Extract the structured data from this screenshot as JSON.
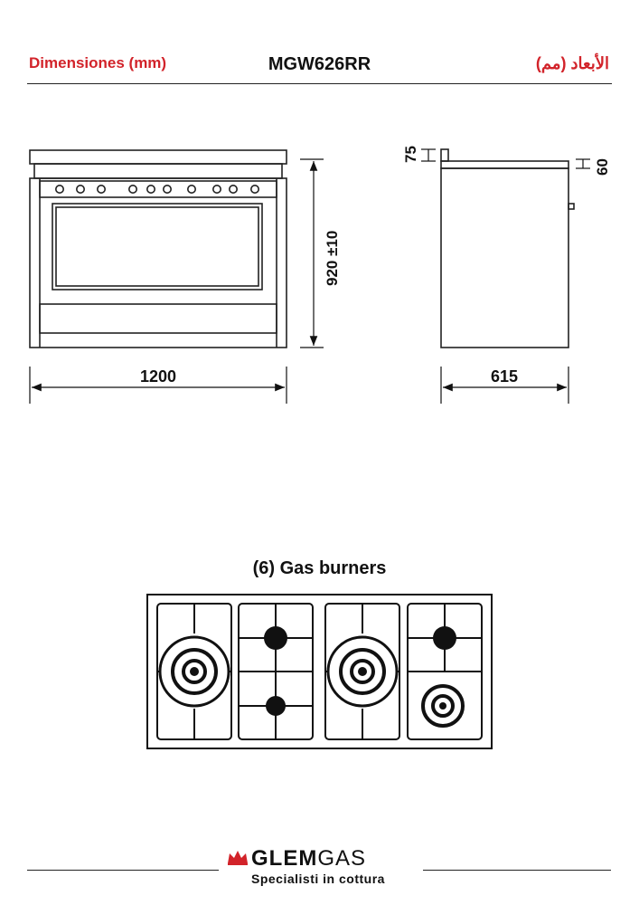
{
  "header": {
    "left_label": "Dimensiones (mm)",
    "model": "MGW626RR",
    "right_label": "الأبعاد (مم)"
  },
  "dimensions": {
    "width": "1200",
    "height": "920 ±10",
    "depth": "615",
    "top_left": "75",
    "top_right": "60"
  },
  "burners": {
    "title": "(6) Gas burners"
  },
  "footer": {
    "brand_strong": "GLEM",
    "brand_light": "GAS",
    "tagline": "Specialisti in cottura"
  },
  "colors": {
    "accent": "#d2232a",
    "line": "#222222"
  }
}
